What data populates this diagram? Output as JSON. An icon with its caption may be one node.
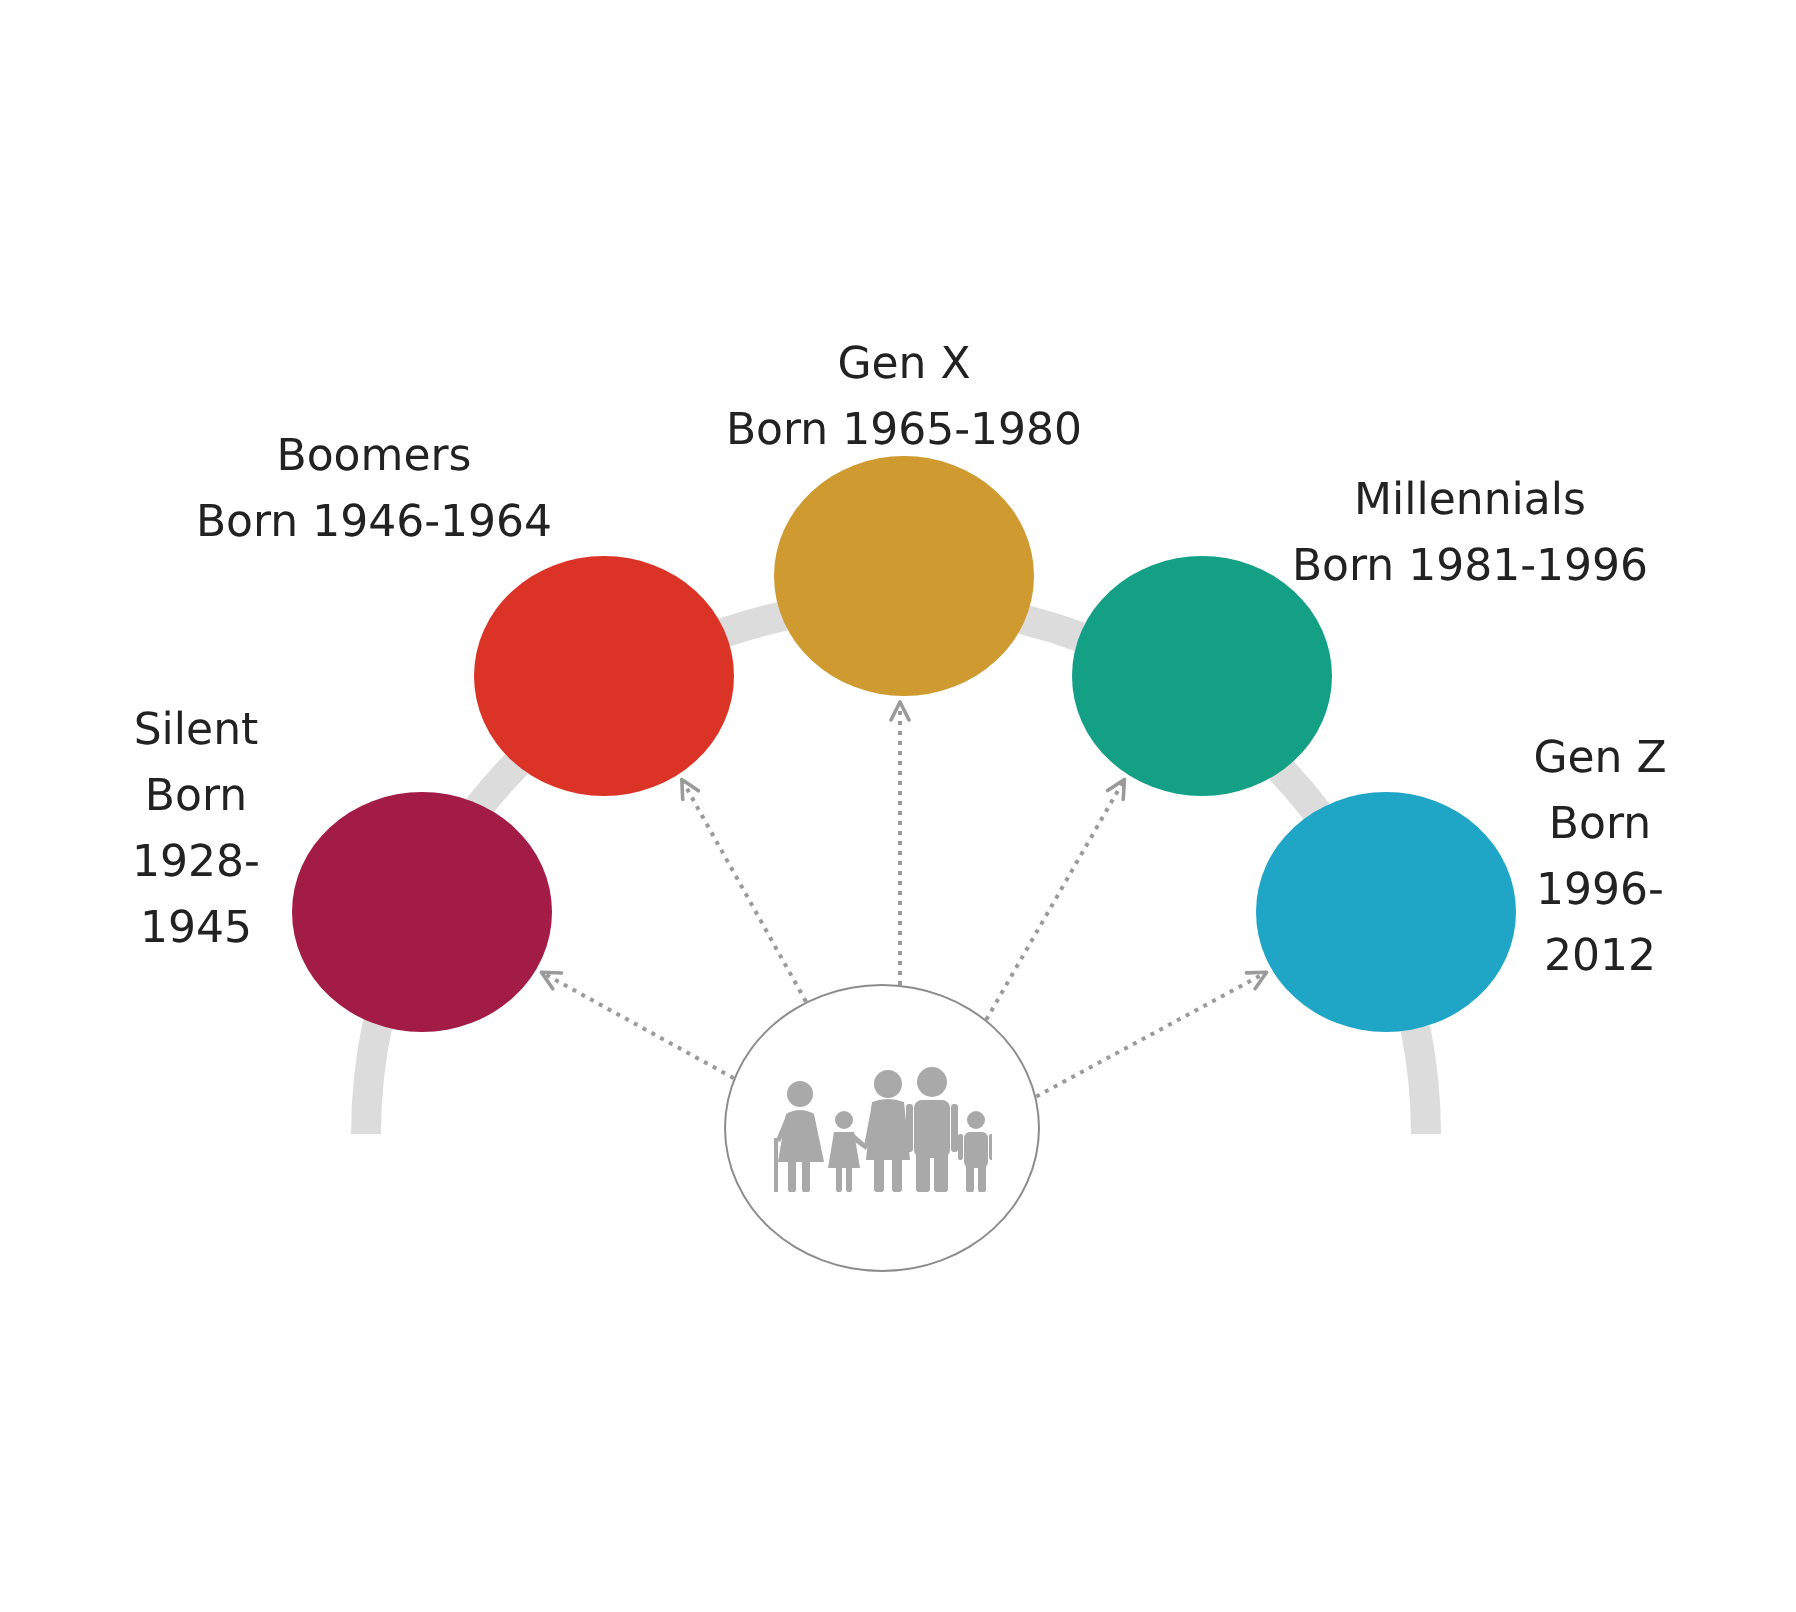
{
  "diagram": {
    "nodes": [
      {
        "text": [],
        "shape": "circle",
        "beside": [
          "Silent",
          "Born 1928-1945"
        ]
      },
      {
        "text": [],
        "shape": "circle",
        "beside": [
          "Boomers",
          "Born 1946-1964"
        ]
      },
      {
        "text": [],
        "shape": "circle",
        "beside": [
          "Gen X",
          "Born 1965-1980"
        ]
      },
      {
        "text": [],
        "shape": "circle",
        "beside": [
          "Millennials",
          "Born 1981-1996"
        ]
      },
      {
        "text": [],
        "shape": "circle",
        "beside": [
          "Gen Z",
          "Born 1996-2012"
        ]
      },
      {
        "text": [],
        "shape": "circle"
      }
    ],
    "edges": [
      {
        "from": 5,
        "to": 0,
        "arrow": "to",
        "style": "dashed"
      },
      {
        "from": 5,
        "to": 1,
        "arrow": "to",
        "style": "dashed"
      },
      {
        "from": 5,
        "to": 2,
        "arrow": "to",
        "style": "dashed"
      },
      {
        "from": 5,
        "to": 3,
        "arrow": "to",
        "style": "dashed"
      },
      {
        "from": 5,
        "to": 4,
        "arrow": "to",
        "style": "dashed"
      },
      {
        "from": 0,
        "to": 1,
        "arrow": "none",
        "style": "thick",
        "color": "#dcdcdc"
      },
      {
        "from": 1,
        "to": 2,
        "arrow": "none",
        "style": "thick",
        "color": "#dcdcdc"
      },
      {
        "from": 2,
        "to": 3,
        "arrow": "none",
        "style": "thick",
        "color": "#dcdcdc"
      },
      {
        "from": 3,
        "to": 4,
        "arrow": "none",
        "style": "thick",
        "color": "#dcdcdc"
      }
    ]
  }
}
